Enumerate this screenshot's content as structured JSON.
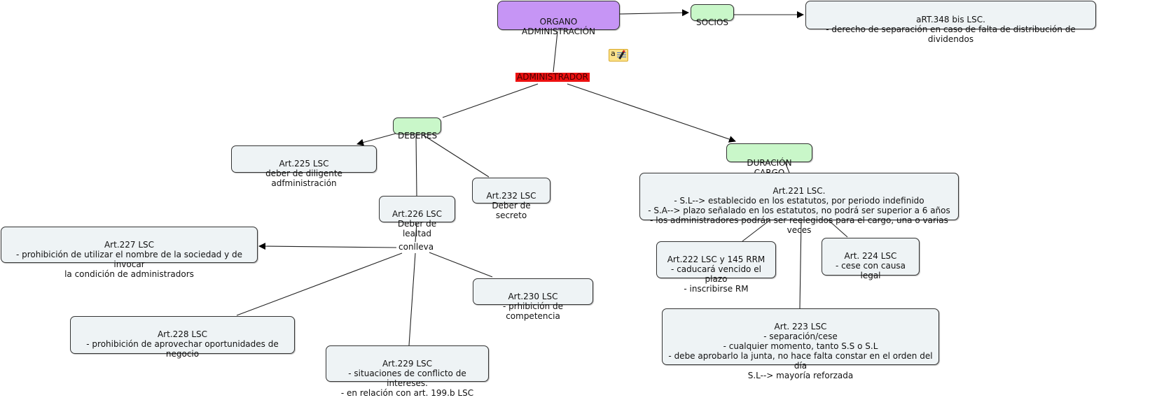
{
  "diagram": {
    "type": "concept-map",
    "colors": {
      "root_fill": "#c695f5",
      "category_fill": "#c9f7c9",
      "leaf_fill": "#eef3f5",
      "highlight_fill": "#ee1111",
      "note_icon": "#fbe38a"
    },
    "nodes": {
      "organo": "ORGANO ADMINISTRACIÓN",
      "socios": "SOCIOS",
      "art348": "aRT.348 bis LSC.\n- derecho de separación en caso de falta de distribución de dividendos",
      "administrador": "ADMINISTRADOR",
      "deberes": "DEBERES",
      "duracion": "DURACIÓN CARGO",
      "art225": "Art.225 LSC\ndeber de diligente adfministración",
      "art232": "Art.232 LSC\nDeber de secreto",
      "art226": "Art.226 LSC\nDeber de lealtad",
      "conlleva": "conlleva",
      "art227": "Art.227 LSC\n- prohibición de utilizar el nombre de la sociedad y de invocar\nla condición de administradors",
      "art230": "Art.230 LSC\n- prhibición de competencia",
      "art228": "Art.228 LSC\n- prohibición de aprovechar oportunidades de negocio",
      "art229": "Art.229 LSC\n- situaciones de conflicto de intereses.\n- en relación con art. 199.b LSC",
      "art221": "Art.221 LSC.\n- S.L-->  establecido en los estatutos, por periodo indefinido\n- S.A--> plazo señalado en los estatutos, no podrá ser superior a 6 años\n- los administradores podrán ser reelegidos para el cargo, una o varias veces",
      "art222": "Art.222 LSC y 145 RRM\n- caducará vencido el plazo\n- inscribirse RM",
      "art224": "Art. 224 LSC\n- cese con causa legal",
      "art223": "Art. 223 LSC\n- separación/cese\n- cualquier momento, tanto S.S o S.L\n- debe aprobarlo la junta, no hace falta constar en el orden del día\nS.L--> mayoría reforzada"
    },
    "edges": [
      {
        "from": "organo",
        "to": "socios",
        "arrow": true
      },
      {
        "from": "socios",
        "to": "art348",
        "arrow": true
      },
      {
        "from": "organo",
        "to": "administrador",
        "arrow": false
      },
      {
        "from": "administrador",
        "to": "deberes",
        "arrow": false
      },
      {
        "from": "administrador",
        "to": "duracion",
        "arrow": true
      },
      {
        "from": "deberes",
        "to": "art225",
        "arrow": true
      },
      {
        "from": "deberes",
        "to": "art226",
        "arrow": false
      },
      {
        "from": "deberes",
        "to": "art232",
        "arrow": false
      },
      {
        "from": "art226",
        "to": "conlleva",
        "arrow": false
      },
      {
        "from": "conlleva",
        "to": "art227",
        "arrow": true
      },
      {
        "from": "conlleva",
        "to": "art228",
        "arrow": false
      },
      {
        "from": "conlleva",
        "to": "art229",
        "arrow": false
      },
      {
        "from": "conlleva",
        "to": "art230",
        "arrow": false
      },
      {
        "from": "duracion",
        "to": "art221",
        "arrow": false
      },
      {
        "from": "art221",
        "to": "art222",
        "arrow": false
      },
      {
        "from": "art221",
        "to": "art223",
        "arrow": false
      },
      {
        "from": "art221",
        "to": "art224",
        "arrow": false
      }
    ],
    "note_icon": "annotation-note-icon"
  }
}
